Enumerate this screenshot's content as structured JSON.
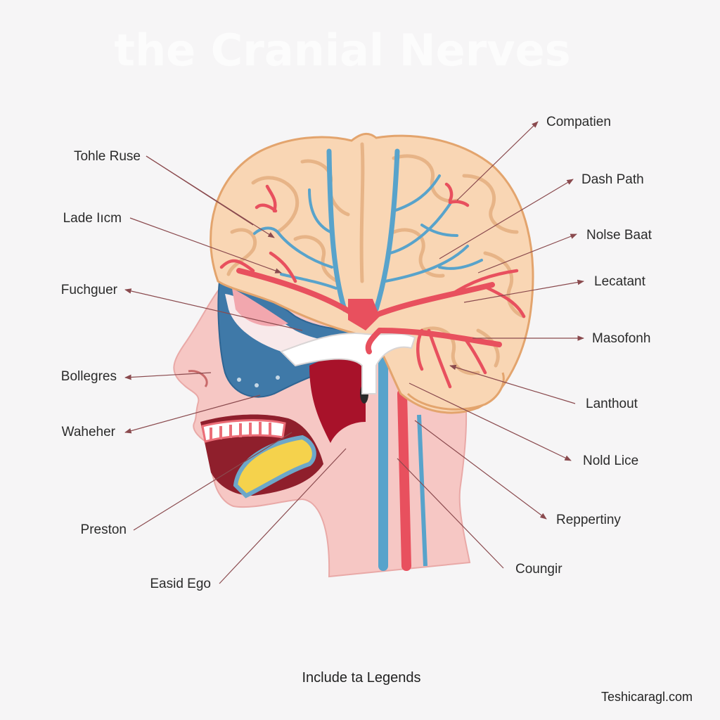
{
  "title": "the Cranial Nerves",
  "caption": "Include ta Legends",
  "watermark": "Teshicaragl.com",
  "colors": {
    "background": "#f6f5f6",
    "brain": "#f9d6b4",
    "brain_outline": "#e3a46d",
    "skin": "#f6c7c4",
    "nerve_blue": "#58a3cb",
    "artery_red": "#e8505e",
    "leader": "#8a4a4e"
  },
  "labels_left": [
    {
      "text": "Tohle Ruse"
    },
    {
      "text": "Lade Iıcm"
    },
    {
      "text": "Fuchguer"
    },
    {
      "text": "Bollegres"
    },
    {
      "text": "Waheher"
    },
    {
      "text": "Preston"
    },
    {
      "text": "Easid Ego"
    }
  ],
  "labels_right": [
    {
      "text": "Compatien"
    },
    {
      "text": "Dash Path"
    },
    {
      "text": "Nolse Baat"
    },
    {
      "text": "Lecatant"
    },
    {
      "text": "Masofonh"
    },
    {
      "text": "Lanthout"
    },
    {
      "text": "Nold Lice"
    },
    {
      "text": "Reppertiny"
    },
    {
      "text": "Coungir"
    }
  ]
}
